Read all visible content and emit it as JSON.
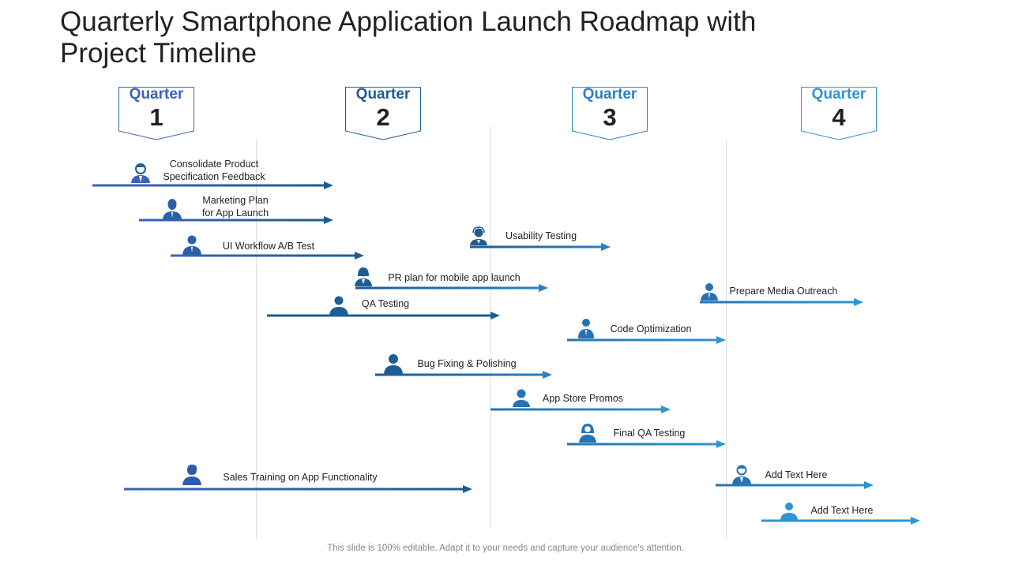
{
  "title": {
    "line1": "Quarterly Smartphone Application Launch Roadmap with",
    "line2": "Project Timeline"
  },
  "quarters": [
    {
      "label": "Quarter",
      "number": "1",
      "color": "#3b62b8"
    },
    {
      "label": "Quarter",
      "number": "2",
      "color": "#1d5d93"
    },
    {
      "label": "Quarter",
      "number": "3",
      "color": "#2a7fc4"
    },
    {
      "label": "Quarter",
      "number": "4",
      "color": "#2d95d3"
    }
  ],
  "tasks": [
    {
      "line1": "Consolidate Product",
      "line2": "Specification Feedback",
      "icon": "businessman-icon"
    },
    {
      "line1": "Marketing Plan",
      "line2": "for App Launch",
      "icon": "user-tie-icon"
    },
    {
      "line1": "UI Workflow A/B Test",
      "icon": "user-tie-icon"
    },
    {
      "line1": "Usability Testing",
      "icon": "support-agent-icon"
    },
    {
      "line1": "PR plan for mobile app launch",
      "icon": "businesswoman-icon"
    },
    {
      "line1": "Prepare Media Outreach",
      "icon": "user-tie-icon"
    },
    {
      "line1": "QA Testing",
      "icon": "user-icon"
    },
    {
      "line1": "Code Optimization",
      "icon": "user-tie-icon"
    },
    {
      "line1": "Bug Fixing & Polishing",
      "icon": "user-icon"
    },
    {
      "line1": "App Store Promos",
      "icon": "user-icon"
    },
    {
      "line1": "Final QA Testing",
      "icon": "woman-icon"
    },
    {
      "line1": "Sales Training on App Functionality",
      "icon": "user-icon"
    },
    {
      "line1": "Add Text Here",
      "icon": "businessman-icon"
    },
    {
      "line1": "Add Text Here",
      "icon": "user-icon"
    }
  ],
  "colors": {
    "blue_dark": "#1d5d93",
    "blue_mid": "#2a7fc4",
    "blue_light": "#2d95d3",
    "blue_royal": "#3b62b8"
  },
  "footer": "This slide is 100% editable. Adapt it to your needs and capture your audience's attention."
}
